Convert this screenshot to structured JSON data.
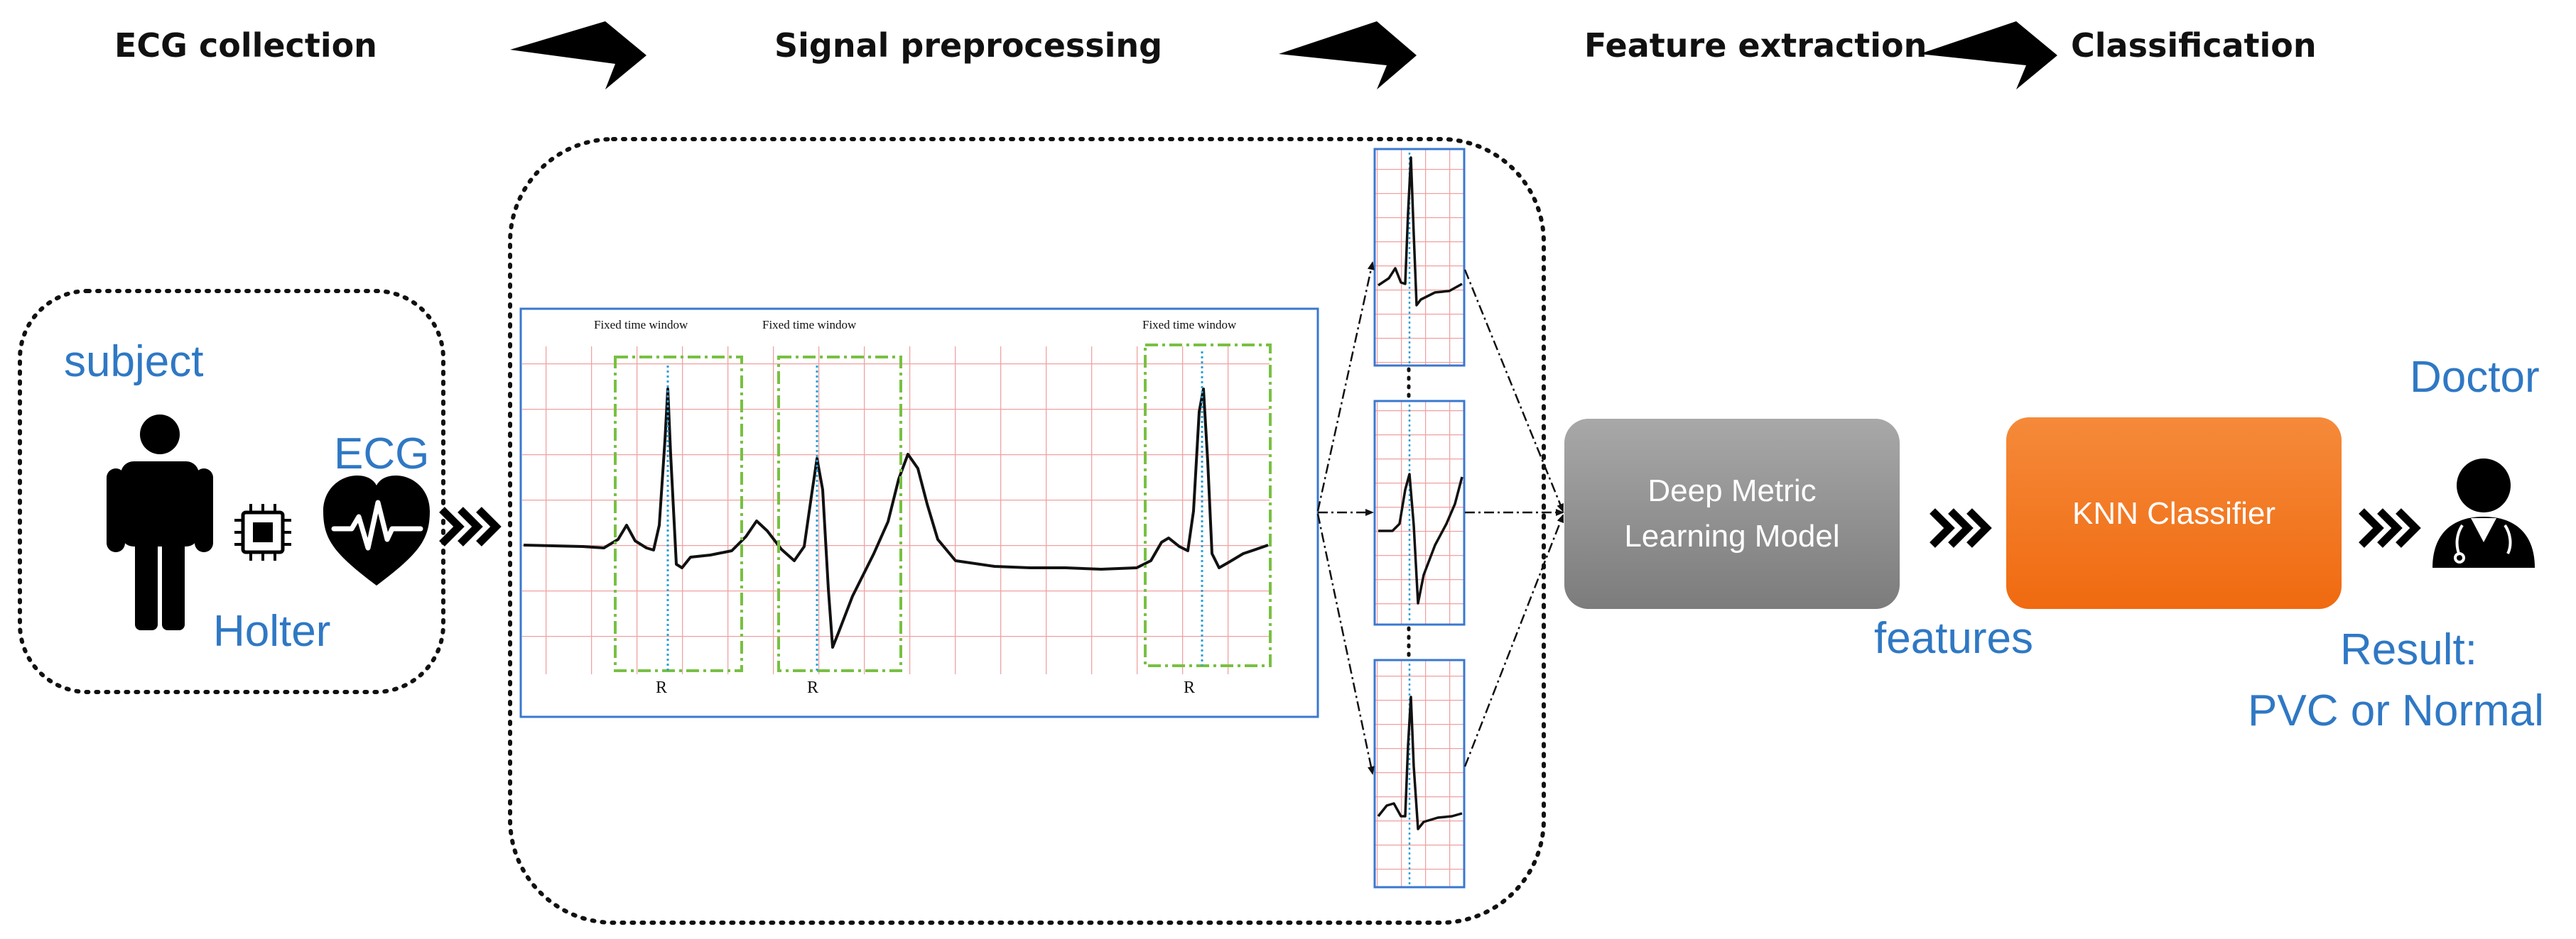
{
  "stages": [
    "ECG collection",
    "Signal preprocessing",
    "Feature extraction",
    "Classification"
  ],
  "collection": {
    "subject_label": "subject",
    "device_label": "Holter",
    "ecg_label": "ECG"
  },
  "preprocessing": {
    "window_label": "Fixed time window",
    "r_label": "R"
  },
  "model": {
    "line1": "Deep Metric",
    "line2": "Learning Model",
    "output_label": "features"
  },
  "classifier": {
    "label": "KNN Classifier"
  },
  "doctor": {
    "label": "Doctor",
    "result_line1": "Result:",
    "result_line2": "PVC or Normal"
  },
  "colors": {
    "accent_blue": "#2f78c4",
    "classifier_orange": "#f47920",
    "model_gray": "#8e8e8e",
    "grid_red": "#f0a0a0",
    "window_green": "#78c043",
    "frame_blue": "#3a78d0"
  },
  "icons": [
    "person-icon",
    "chip-icon",
    "heart-ecg-icon",
    "doctor-icon"
  ]
}
